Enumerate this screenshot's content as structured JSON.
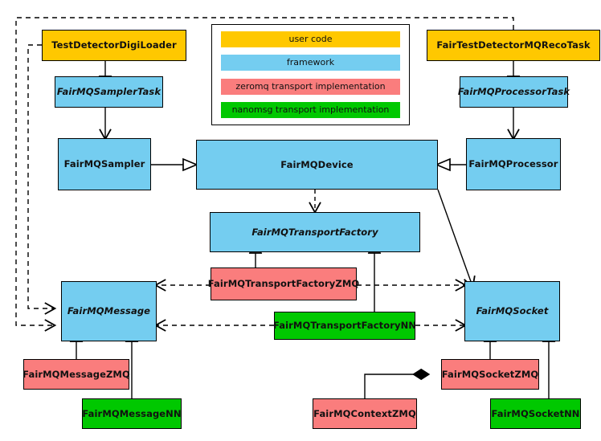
{
  "diagram": {
    "title": "FairMQ class diagram",
    "background": "#ffffff",
    "line_color": "#000000"
  },
  "colors": {
    "user_code": "#FFC800",
    "framework": "#74CDF0",
    "zeromq": "#FA7D7D",
    "nanomsg": "#00C800",
    "border": "#000000"
  },
  "legend": {
    "items": [
      {
        "label": "user code",
        "color": "#FFC800",
        "key": "user_code"
      },
      {
        "label": "framework",
        "color": "#74CDF0",
        "key": "framework"
      },
      {
        "label": "zeromq transport implementation",
        "color": "#FA7D7D",
        "key": "zeromq"
      },
      {
        "label": "nanomsg transport implementation",
        "color": "#00C800",
        "key": "nanomsg"
      }
    ]
  },
  "nodes": [
    {
      "id": "TestDetectorDigiLoader",
      "label": "TestDetectorDigiLoader",
      "category": "user_code",
      "abstract": false
    },
    {
      "id": "FairMQSamplerTask",
      "label": "FairMQSamplerTask",
      "category": "framework",
      "abstract": true
    },
    {
      "id": "FairMQSampler",
      "label": "FairMQSampler",
      "category": "framework",
      "abstract": false
    },
    {
      "id": "FairMQDevice",
      "label": "FairMQDevice",
      "category": "framework",
      "abstract": false
    },
    {
      "id": "FairMQProcessor",
      "label": "FairMQProcessor",
      "category": "framework",
      "abstract": false
    },
    {
      "id": "FairMQProcessorTask",
      "label": "FairMQProcessorTask",
      "category": "framework",
      "abstract": true
    },
    {
      "id": "FairTestDetectorMQRecoTask",
      "label": "FairTestDetectorMQRecoTask",
      "category": "user_code",
      "abstract": false
    },
    {
      "id": "FairMQTransportFactory",
      "label": "FairMQTransportFactory",
      "category": "framework",
      "abstract": true
    },
    {
      "id": "FairMQTransportFactoryZMQ",
      "label": "FairMQTransportFactoryZMQ",
      "category": "zeromq",
      "abstract": false
    },
    {
      "id": "FairMQTransportFactoryNN",
      "label": "FairMQTransportFactoryNN",
      "category": "nanomsg",
      "abstract": false
    },
    {
      "id": "FairMQMessage",
      "label": "FairMQMessage",
      "category": "framework",
      "abstract": true
    },
    {
      "id": "FairMQSocket",
      "label": "FairMQSocket",
      "category": "framework",
      "abstract": true
    },
    {
      "id": "FairMQMessageZMQ",
      "label": "FairMQMessageZMQ",
      "category": "zeromq",
      "abstract": false
    },
    {
      "id": "FairMQMessageNN",
      "label": "FairMQMessageNN",
      "category": "nanomsg",
      "abstract": false
    },
    {
      "id": "FairMQSocketZMQ",
      "label": "FairMQSocketZMQ",
      "category": "zeromq",
      "abstract": false
    },
    {
      "id": "FairMQSocketNN",
      "label": "FairMQSocketNN",
      "category": "nanomsg",
      "abstract": false
    },
    {
      "id": "FairMQContextZMQ",
      "label": "FairMQContextZMQ",
      "category": "zeromq",
      "abstract": false
    }
  ],
  "edges": [
    {
      "from": "TestDetectorDigiLoader",
      "to": "FairMQSamplerTask",
      "type": "generalization"
    },
    {
      "from": "FairMQSamplerTask",
      "to": "FairMQSampler",
      "type": "association"
    },
    {
      "from": "FairMQSampler",
      "to": "FairMQDevice",
      "type": "generalization"
    },
    {
      "from": "FairMQProcessor",
      "to": "FairMQDevice",
      "type": "generalization"
    },
    {
      "from": "FairTestDetectorMQRecoTask",
      "to": "FairMQProcessorTask",
      "type": "generalization"
    },
    {
      "from": "FairMQProcessorTask",
      "to": "FairMQProcessor",
      "type": "association"
    },
    {
      "from": "FairMQDevice",
      "to": "FairMQTransportFactory",
      "type": "dependency"
    },
    {
      "from": "FairMQDevice",
      "to": "FairMQSocket",
      "type": "association"
    },
    {
      "from": "FairMQTransportFactoryZMQ",
      "to": "FairMQTransportFactory",
      "type": "generalization"
    },
    {
      "from": "FairMQTransportFactoryNN",
      "to": "FairMQTransportFactory",
      "type": "generalization"
    },
    {
      "from": "FairMQTransportFactoryZMQ",
      "to": "FairMQMessage",
      "type": "dependency"
    },
    {
      "from": "FairMQTransportFactoryZMQ",
      "to": "FairMQSocket",
      "type": "dependency"
    },
    {
      "from": "FairMQTransportFactoryNN",
      "to": "FairMQMessage",
      "type": "dependency"
    },
    {
      "from": "FairMQTransportFactoryNN",
      "to": "FairMQSocket",
      "type": "dependency"
    },
    {
      "from": "TestDetectorDigiLoader",
      "to": "FairMQMessage",
      "type": "dependency"
    },
    {
      "from": "FairTestDetectorMQRecoTask",
      "to": "FairMQMessage",
      "type": "dependency"
    },
    {
      "from": "FairMQMessageZMQ",
      "to": "FairMQMessage",
      "type": "generalization"
    },
    {
      "from": "FairMQMessageNN",
      "to": "FairMQMessage",
      "type": "generalization"
    },
    {
      "from": "FairMQSocketZMQ",
      "to": "FairMQSocket",
      "type": "generalization"
    },
    {
      "from": "FairMQSocketNN",
      "to": "FairMQSocket",
      "type": "generalization"
    },
    {
      "from": "FairMQContextZMQ",
      "to": "FairMQSocketZMQ",
      "type": "composition"
    }
  ]
}
